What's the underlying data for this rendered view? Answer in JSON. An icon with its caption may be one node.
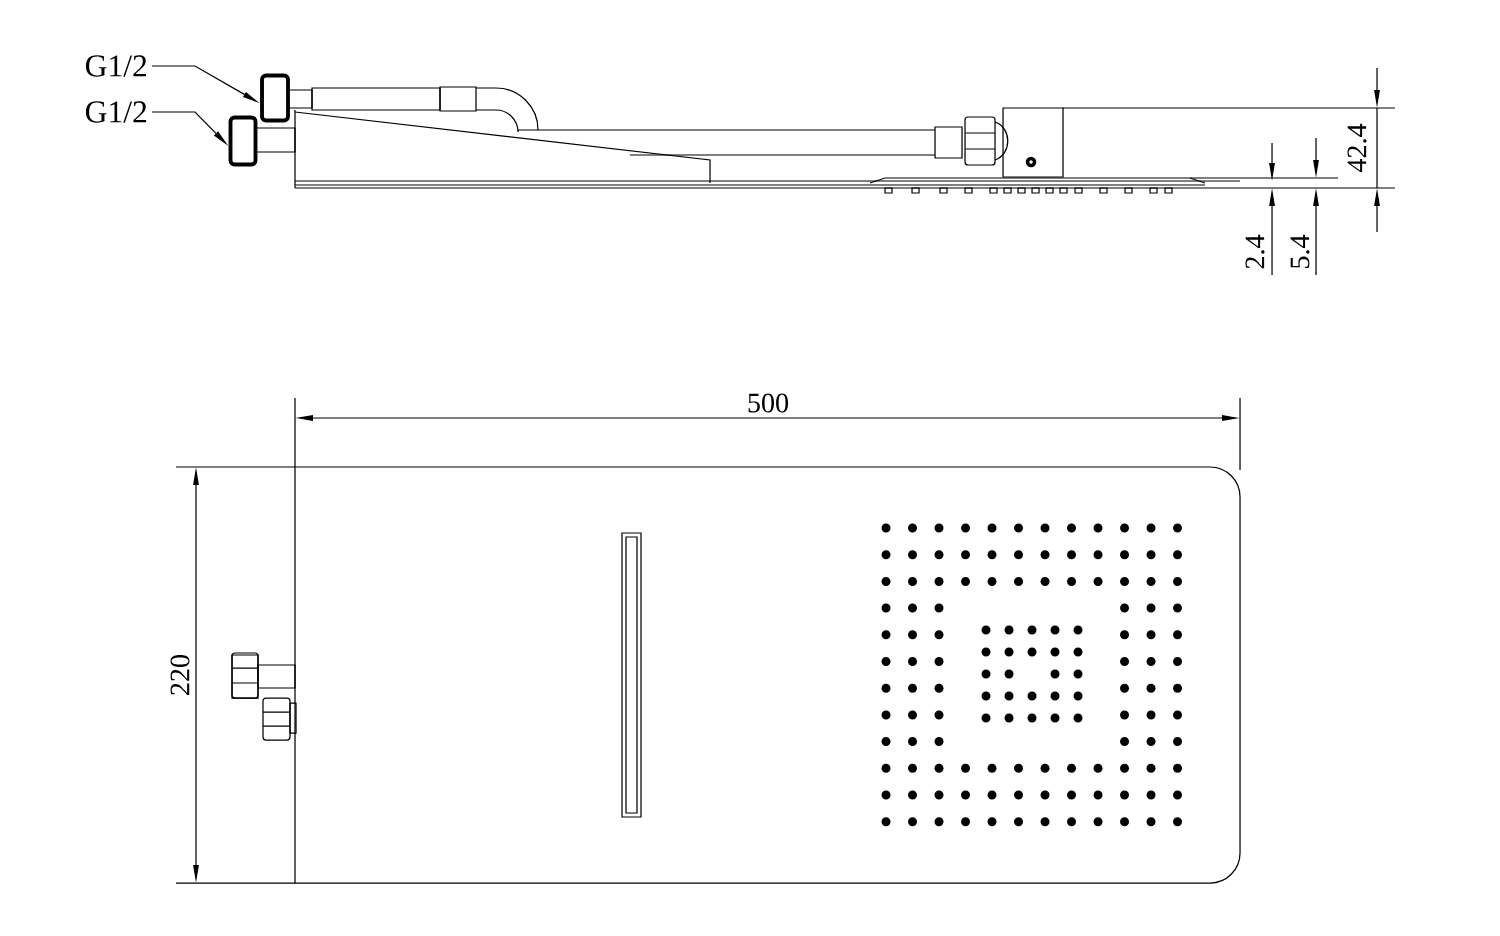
{
  "diagram": {
    "nodes": [
      {
        "text": [
          "G1/2"
        ]
      },
      {
        "text": [
          "G1/2"
        ]
      },
      {
        "text": [],
        "shape": "box"
      },
      {
        "text": [],
        "shape": "box"
      }
    ],
    "edges": [
      {
        "from": 0,
        "to": 2,
        "arrow": "to"
      },
      {
        "from": 1,
        "to": 3,
        "arrow": "to"
      }
    ],
    "labels": [
      "42.4",
      "2.4",
      "5.4",
      "500",
      "220"
    ]
  }
}
